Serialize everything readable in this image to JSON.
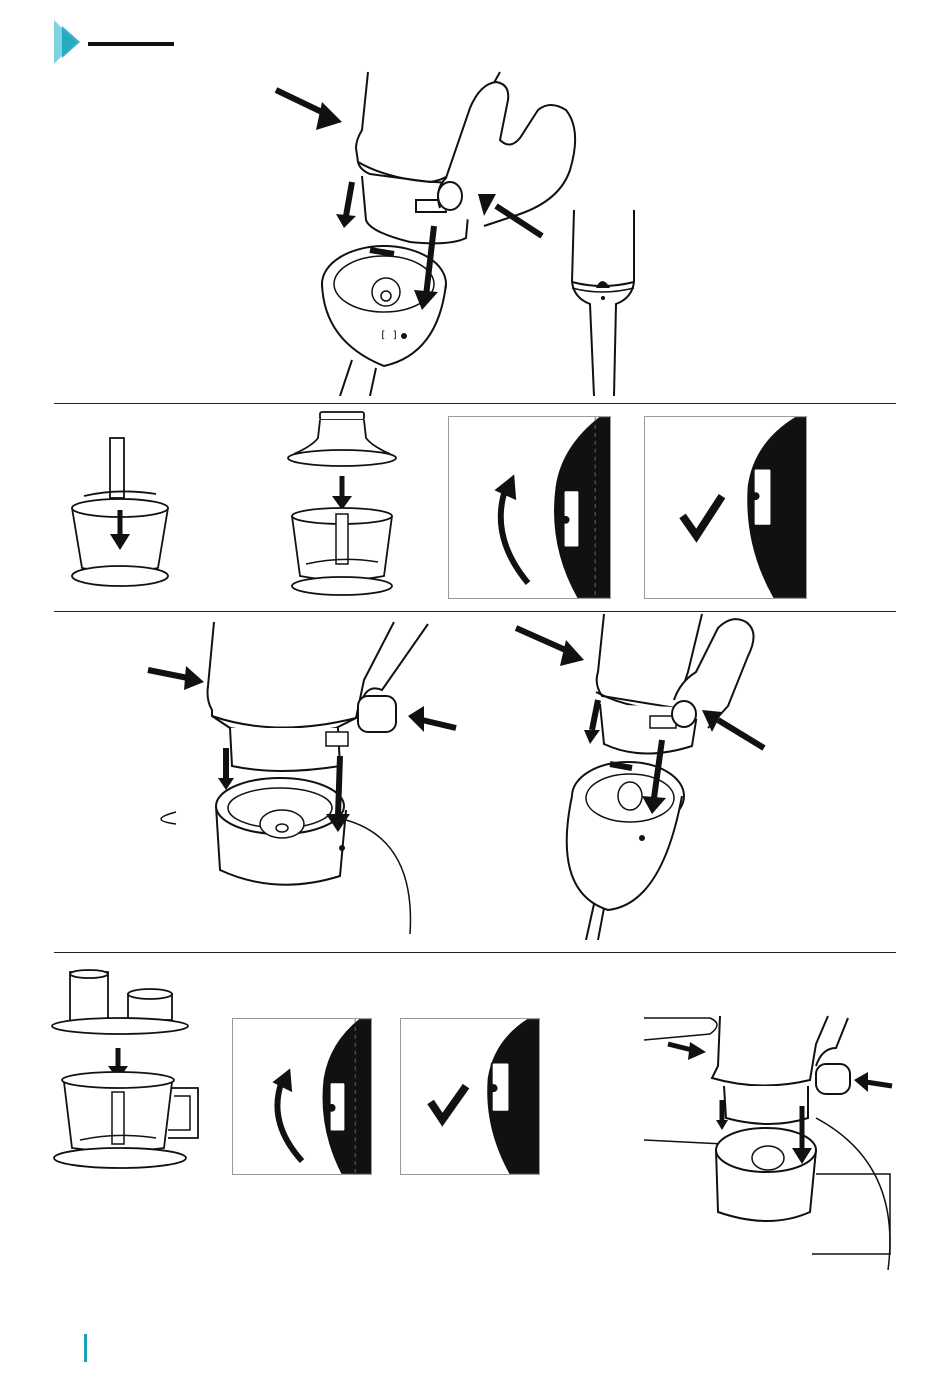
{
  "brand": {
    "accent_color": "#16a3b8",
    "logo_icon": "play-triangle-icon"
  },
  "header": {
    "rule_color": "#111111"
  },
  "steps": [
    {
      "name": "fit-motor-unit-to-chopper-bowl"
    },
    {
      "name": "insert-blade-into-bowl"
    },
    {
      "name": "fit-lid-to-bowl"
    },
    {
      "name": "rotate-to-lock"
    },
    {
      "name": "locked-check"
    },
    {
      "name": "fit-motor-unit-to-processor"
    },
    {
      "name": "fit-motor-unit-to-chopper-bowl-2"
    },
    {
      "name": "fit-lid-to-processor-bowl"
    },
    {
      "name": "rotate-to-lock-2"
    },
    {
      "name": "locked-check-2"
    },
    {
      "name": "fit-motor-unit-to-processor-bowl"
    }
  ],
  "icons": {
    "check": "checkmark-icon",
    "rotate": "curved-arrow-icon",
    "arrow": "arrow-icon"
  }
}
